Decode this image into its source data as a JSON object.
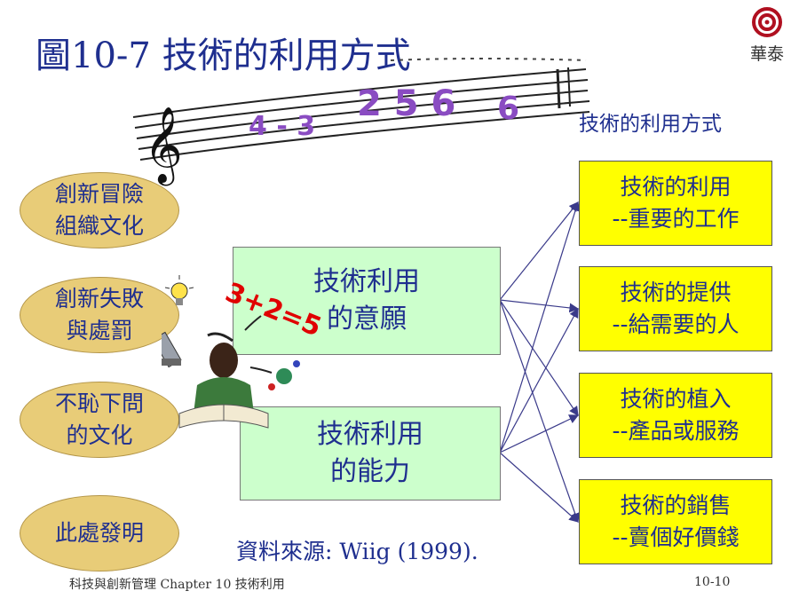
{
  "title": "圖10-7 技術的利用方式",
  "logo": {
    "text": "華泰",
    "icon": "concentric-circle-logo",
    "color": "#b01020"
  },
  "subtitle": "技術的利用方式",
  "ovals": [
    {
      "text": "創新冒險\n組織文化"
    },
    {
      "text": "創新失敗\n與處罰"
    },
    {
      "text": "不恥下問\n的文化"
    },
    {
      "text": "此處發明"
    }
  ],
  "center_boxes": [
    {
      "text": "技術利用\n的意願"
    },
    {
      "text": "技術利用\n的能力"
    }
  ],
  "outcomes": [
    {
      "line1": "技術的利用",
      "line2": "--重要的工作"
    },
    {
      "line1": "技術的提供",
      "line2": "--給需要的人"
    },
    {
      "line1": "技術的植入",
      "line2": "--產品或服務"
    },
    {
      "line1": "技術的銷售",
      "line2": "--賣個好價錢"
    }
  ],
  "equation": "3+2=5",
  "source": {
    "label": "資料來源",
    "value": ": Wiig (1999)."
  },
  "footer": {
    "left": "科技與創新管理   Chapter 10   技術利用",
    "right": "10-10"
  },
  "colors": {
    "text": "#1f2f8f",
    "oval_fill": "#e8cc78",
    "center_fill": "#ccffcc",
    "outcome_fill": "#ffff00",
    "arrow": "#3a3a8a"
  },
  "clipart": [
    "music-staff-icon",
    "reading-person-icon",
    "lightbulb-icon",
    "microscope-icon",
    "atom-icon"
  ]
}
